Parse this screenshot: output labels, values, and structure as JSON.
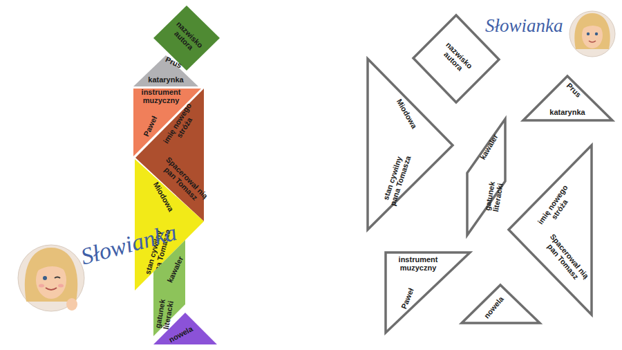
{
  "diagram": {
    "nodes": [
      {
        "text": [
          "nazwisko autora"
        ]
      },
      {
        "text": [
          "Prus",
          "katarynka"
        ]
      },
      {
        "text": [
          "instrument muzyczny",
          "Paweł"
        ]
      },
      {
        "text": [
          "imię nowego stróża",
          "Spacerował nią pan Tomasz"
        ]
      },
      {
        "text": [
          "Miodowa",
          "stan cywilny pana Tomasza"
        ]
      },
      {
        "text": [
          "kawaler",
          "gatunek literacki"
        ]
      },
      {
        "text": [
          "nowela"
        ]
      },
      {
        "text": [
          "nazwisko autora"
        ]
      },
      {
        "text": [
          "Miodowa",
          "stan cywilny pana Tomasza"
        ]
      },
      {
        "text": [
          "Prus",
          "katarynka"
        ]
      },
      {
        "text": [
          "kawaler",
          "gatunek literacki"
        ]
      },
      {
        "text": [
          "imię nowego stróża",
          "Spacerował nią pan Tomasz"
        ]
      },
      {
        "text": [
          "instrument muzyczny",
          "Paweł"
        ]
      },
      {
        "text": [
          "nowela"
        ]
      }
    ],
    "labels": [
      "Słowianka",
      "Słowianka"
    ]
  }
}
